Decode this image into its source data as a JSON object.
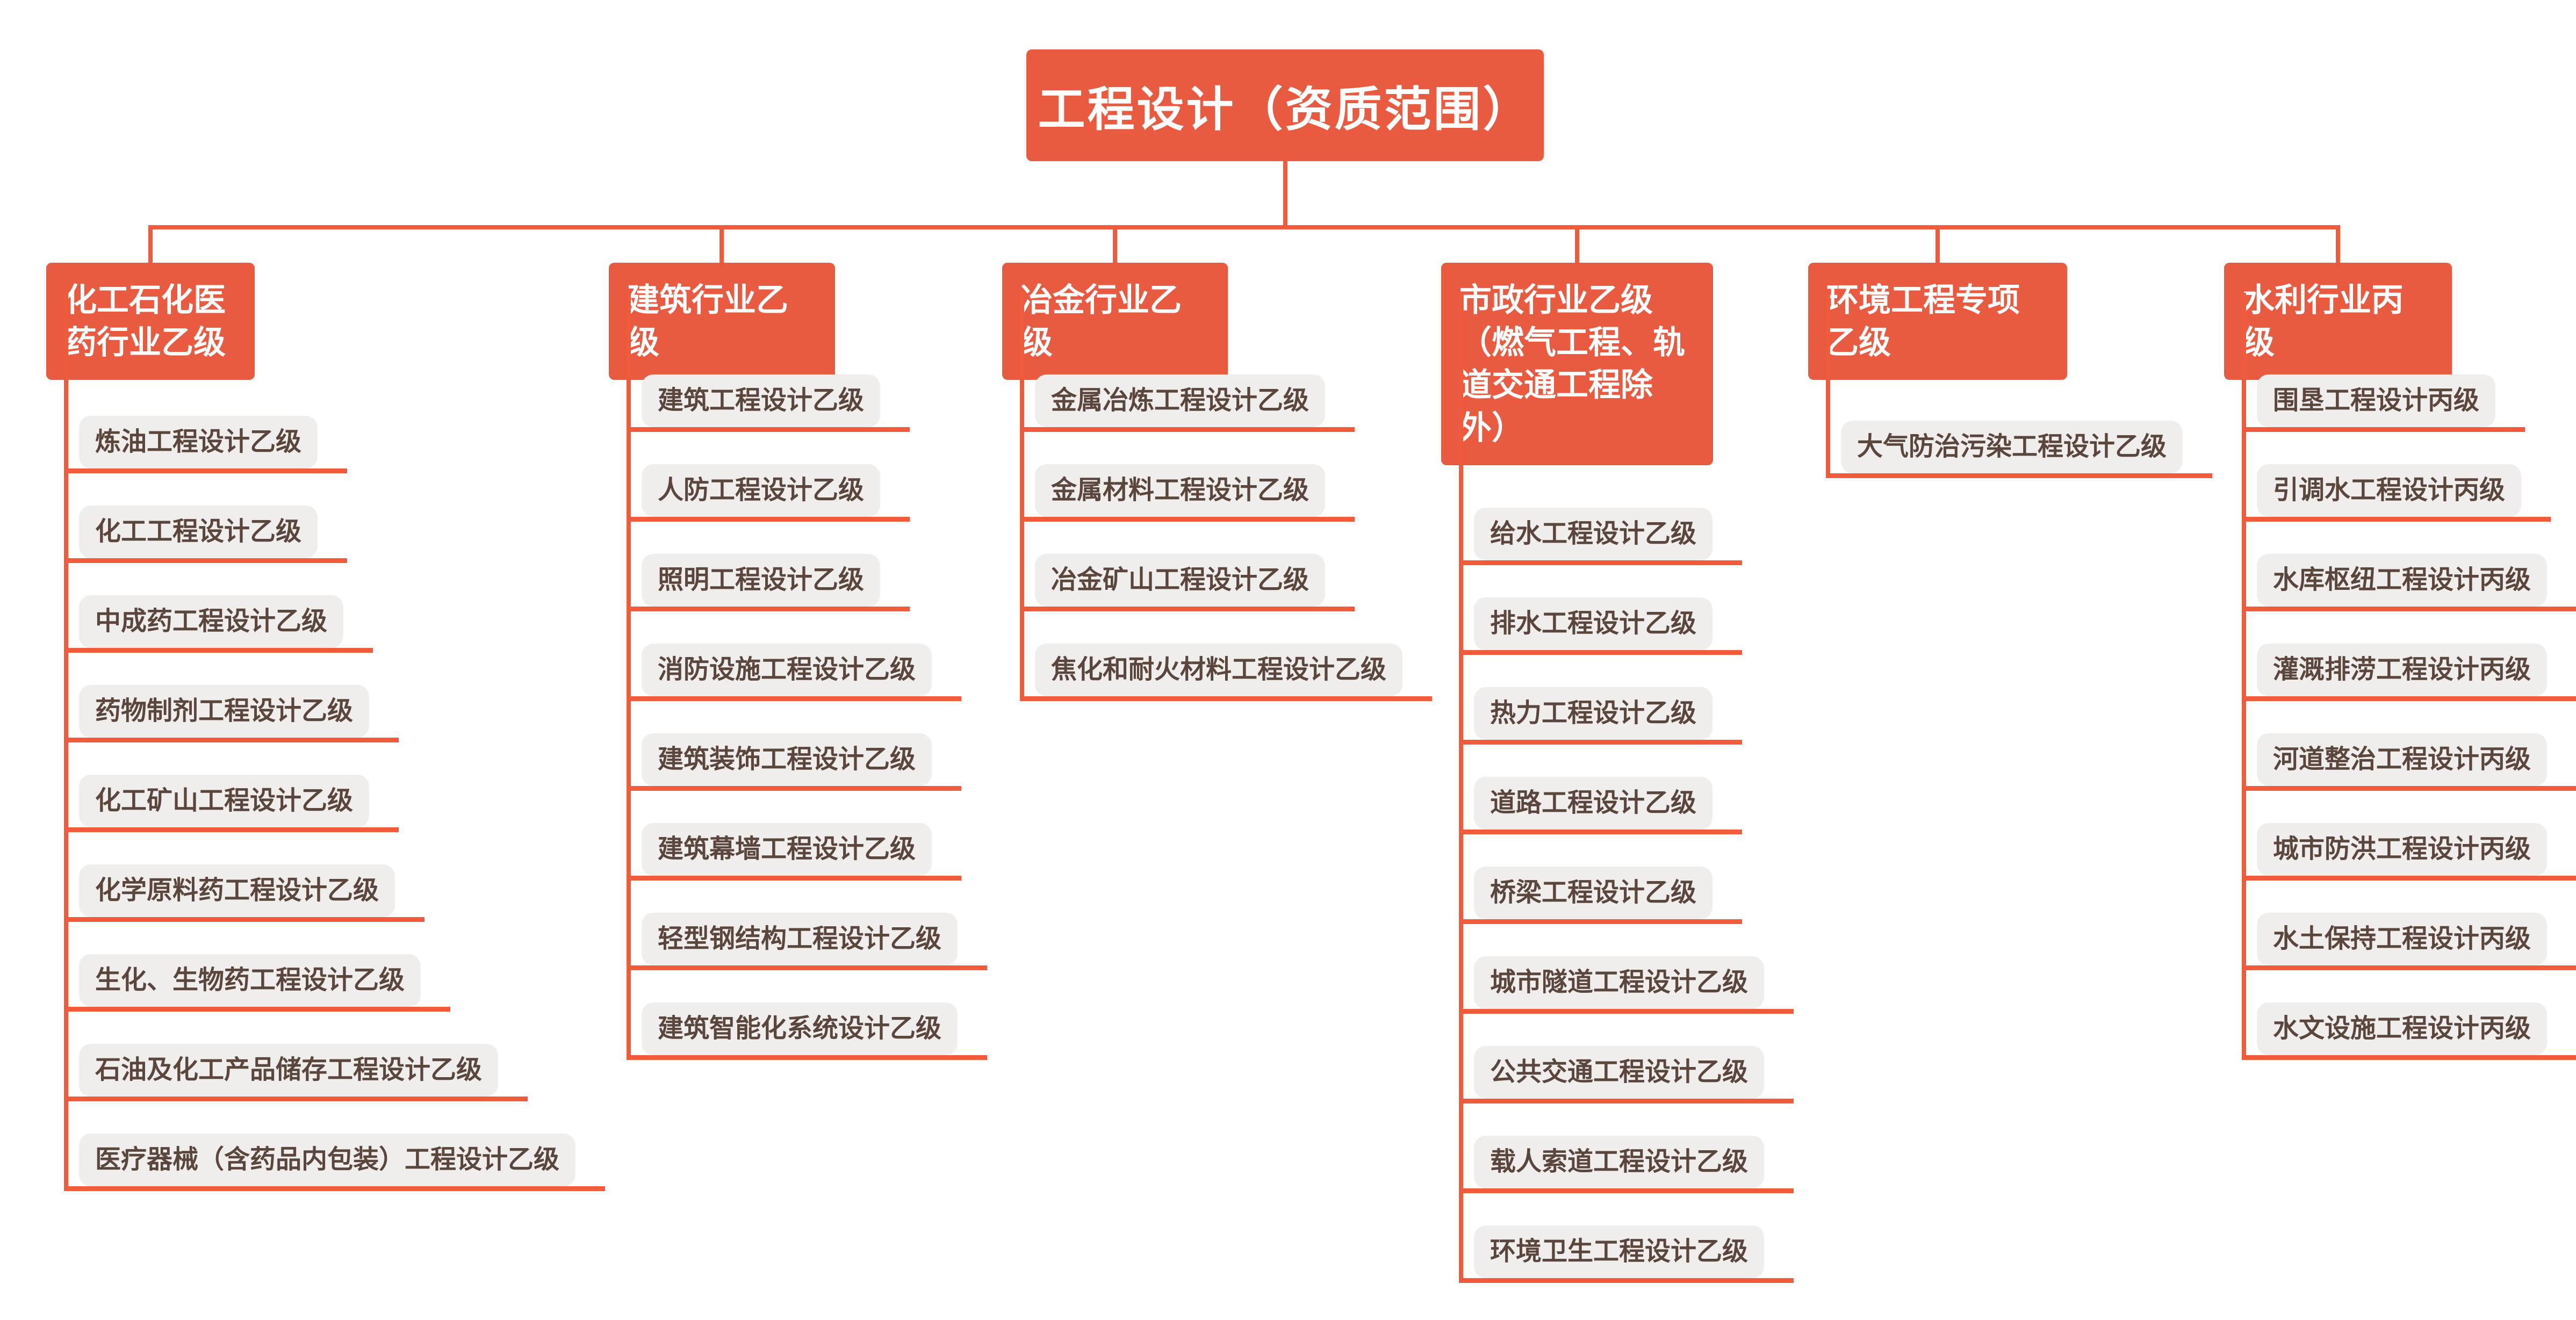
{
  "title": "工程设计（资质范围）",
  "colors": {
    "accent": "#E95B40",
    "connector_line": "#F05C3B",
    "item_background": "#F0EEEC",
    "item_text": "#5A463D",
    "title_text": "#FFFFFF"
  },
  "branches": [
    {
      "label": "化工石化医药行业乙级",
      "items": [
        "炼油工程设计乙级",
        "化工工程设计乙级",
        "中成药工程设计乙级",
        "药物制剂工程设计乙级",
        "化工矿山工程设计乙级",
        "化学原料药工程设计乙级",
        "生化、生物药工程设计乙级",
        "石油及化工产品储存工程设计乙级",
        "医疗器械（含药品内包装）工程设计乙级"
      ]
    },
    {
      "label": "建筑行业乙级",
      "items": [
        "建筑工程设计乙级",
        "人防工程设计乙级",
        "照明工程设计乙级",
        "消防设施工程设计乙级",
        "建筑装饰工程设计乙级",
        "建筑幕墙工程设计乙级",
        "轻型钢结构工程设计乙级",
        "建筑智能化系统设计乙级"
      ]
    },
    {
      "label": "冶金行业乙级",
      "items": [
        "金属冶炼工程设计乙级",
        "金属材料工程设计乙级",
        "冶金矿山工程设计乙级",
        "焦化和耐火材料工程设计乙级"
      ]
    },
    {
      "label": "市政行业乙级（燃气工程、轨道交通工程除外）",
      "items": [
        "给水工程设计乙级",
        "排水工程设计乙级",
        "热力工程设计乙级",
        "道路工程设计乙级",
        "桥梁工程设计乙级",
        "城市隧道工程设计乙级",
        "公共交通工程设计乙级",
        "载人索道工程设计乙级",
        "环境卫生工程设计乙级"
      ]
    },
    {
      "label": "环境工程专项乙级",
      "items": [
        "大气防治污染工程设计乙级"
      ]
    },
    {
      "label": "水利行业丙级",
      "items": [
        "围垦工程设计丙级",
        "引调水工程设计丙级",
        "水库枢纽工程设计丙级",
        "灌溉排涝工程设计丙级",
        "河道整治工程设计丙级",
        "城市防洪工程设计丙级",
        "水土保持工程设计丙级",
        "水文设施工程设计丙级"
      ]
    }
  ]
}
